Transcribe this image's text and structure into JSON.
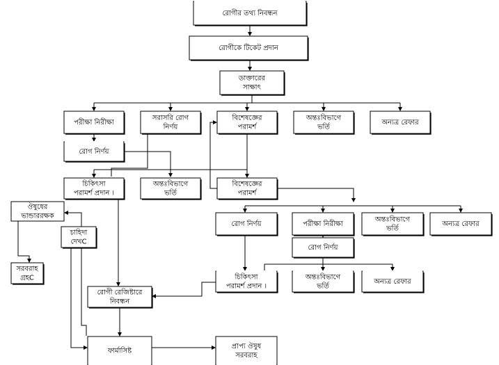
{
  "diagram": {
    "title": "Patient flow in hospital outpatient & pharmacy",
    "nodes": {
      "registration": [
        "রোগীর তথ্য নিবন্ধন"
      ],
      "ticket": [
        "রোগীকে টিকেট প্রদান"
      ],
      "doctor_meeting": [
        "ডাক্তারের",
        "সাক্ষাৎ"
      ],
      "tests_1": [
        "পরীক্ষা নিরীক্ষা"
      ],
      "direct_diagnosis": [
        "সরাসরি রোগ",
        "নির্ণয়"
      ],
      "specialist_1": [
        "বিশেষজ্ঞের",
        "পরামর্শ"
      ],
      "admission_1": [
        "অন্তঃবিভাগে",
        "ভর্তি"
      ],
      "referral_1": [
        "অন্যত্র রেফার"
      ],
      "diagnosis_1": [
        "রোগ নির্ণয়"
      ],
      "treatment_1": [
        "চিকিৎসা",
        "পরামর্শ প্রদান ।"
      ],
      "admission_2": [
        "অন্তঃবিভাগে",
        "ভর্তি"
      ],
      "specialist_2": [
        "বিশেষজ্ঞের",
        "পরামর্শ"
      ],
      "medicine_store": [
        "ঔষুধের",
        "ভান্ডাররক্ষক"
      ],
      "demand": [
        "চাহিদা",
        "দেখC"
      ],
      "supply_receive": [
        "সরবরাহ",
        "গ্রহC"
      ],
      "diagnosis_2": [
        "রোগ নির্ণয়"
      ],
      "tests_2": [
        "পরীক্ষা নিরীক্ষা"
      ],
      "admission_3": [
        "অন্তঃবিভাগে",
        "ভর্তি"
      ],
      "referral_2": [
        "অন্যত্র রেফার"
      ],
      "diagnosis_3": [
        "রোগ নির্ণয়"
      ],
      "treatment_2": [
        "চিকিৎসা",
        "পরামর্শ প্রদান ।"
      ],
      "admission_4": [
        "অন্তঃবিভাগে",
        "ভর্তি"
      ],
      "referral_3": [
        "অন্যত্র রেফার"
      ],
      "patient_register": [
        "রোগী রেজিষ্টারে",
        "নিবন্ধন"
      ],
      "pharmacist": [
        "ফার্মাসিষ্ট"
      ],
      "medicine_supply": [
        "প্রাপ্য ঔষুধ",
        "সরবরাহ"
      ]
    }
  }
}
